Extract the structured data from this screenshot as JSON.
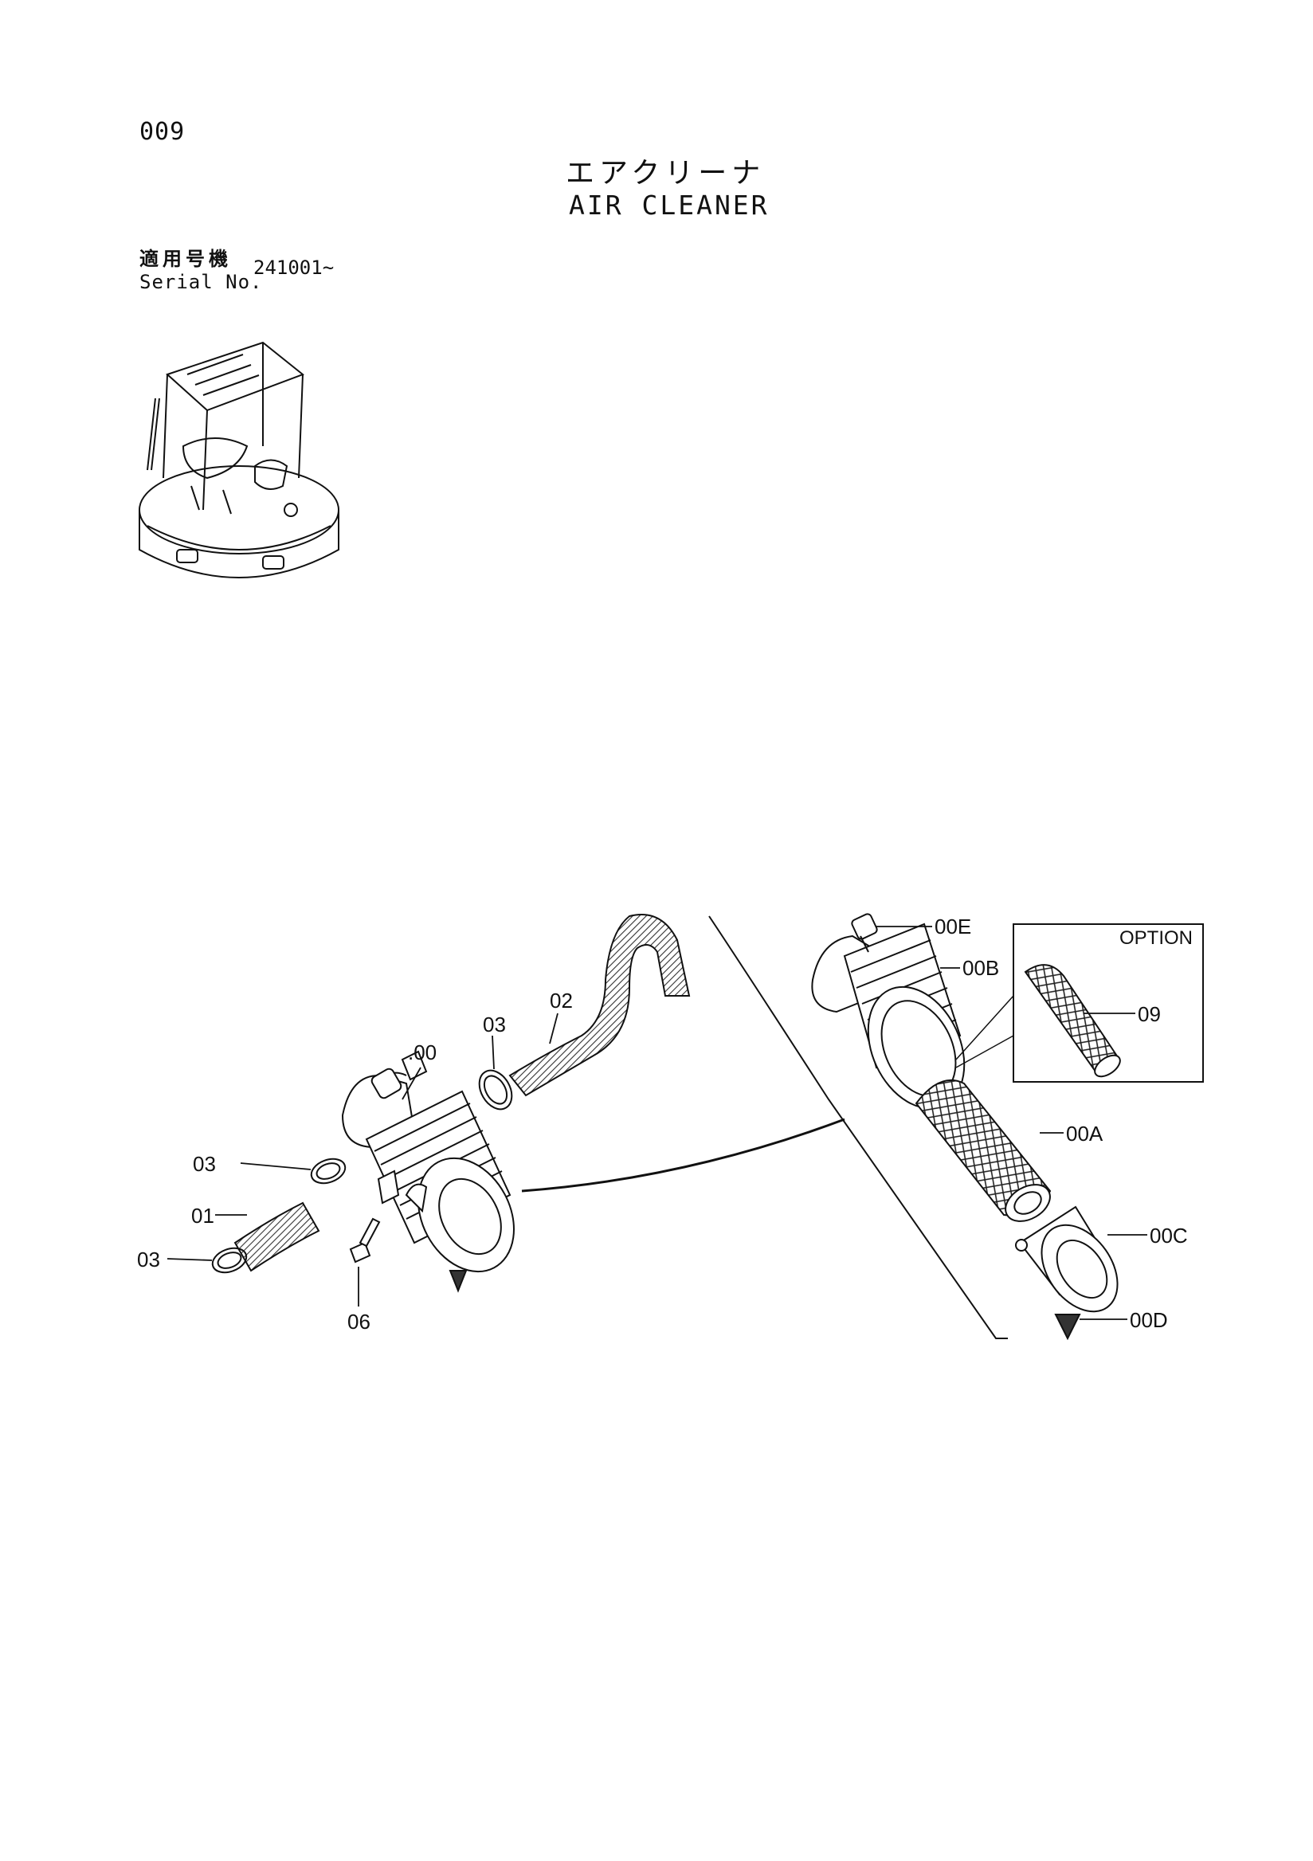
{
  "header": {
    "page_number": "009",
    "title_jp": "エアクリーナ",
    "title_en": "AIR CLEANER"
  },
  "serial": {
    "label_jp": "適用号機",
    "label_en": "Serial No.",
    "value": "241001~"
  },
  "callouts": {
    "c00": ".00",
    "c01": "01",
    "c02": "02",
    "c03_top": "03",
    "c03_left_top": "03",
    "c03_left_bottom": "03",
    "c06": "06",
    "c00A": "00A",
    "c00B": "00B",
    "c00C": "00C",
    "c00D": "00D",
    "c00E": "00E",
    "c09": "09"
  },
  "option_box": {
    "label": "OPTION"
  }
}
